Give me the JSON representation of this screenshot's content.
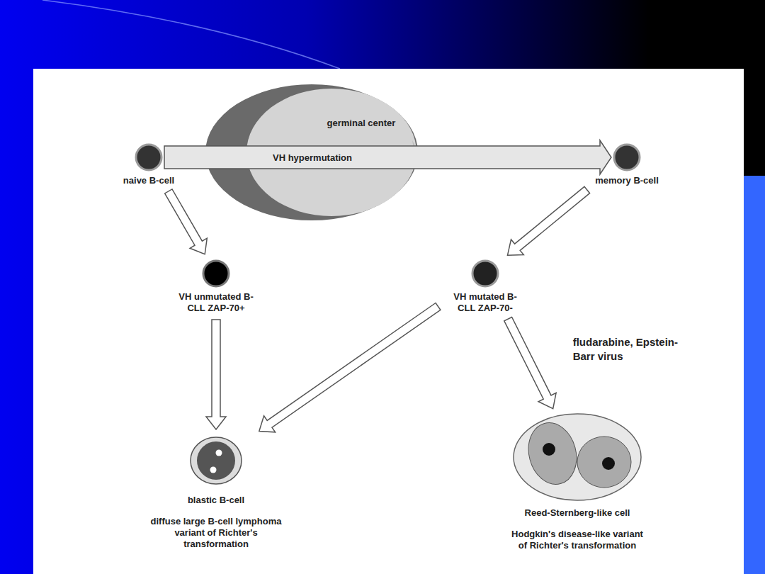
{
  "diagram": {
    "nodes": [
      {
        "text": [
          "germinal center"
        ]
      },
      {
        "text": [
          "naive B-cell"
        ]
      },
      {
        "text": [
          "memory B-cell"
        ]
      },
      {
        "text": [
          "VH unmutated B-CLL ZAP-70+"
        ]
      },
      {
        "text": [
          "VH mutated B-CLL ZAP-70-"
        ]
      },
      {
        "text": [
          "blastic B-cell",
          "diffuse large B-cell lymphoma variant of Richter's transformation"
        ]
      },
      {
        "text": [
          "Reed-Sternberg-like cell",
          "Hodgkin's disease-like variant of Richter's transformation"
        ]
      }
    ],
    "edges": [
      {
        "from": 1,
        "to": 2,
        "label": "VH hypermutation",
        "arrow": "to"
      },
      {
        "from": 1,
        "to": 3,
        "arrow": "to"
      },
      {
        "from": 2,
        "to": 4,
        "arrow": "to"
      },
      {
        "from": 3,
        "to": 5,
        "arrow": "to"
      },
      {
        "from": 4,
        "to": 5,
        "arrow": "to"
      },
      {
        "from": 4,
        "to": 6,
        "label": "fludarabine, Epstein-Barr virus",
        "arrow": "to"
      }
    ]
  }
}
